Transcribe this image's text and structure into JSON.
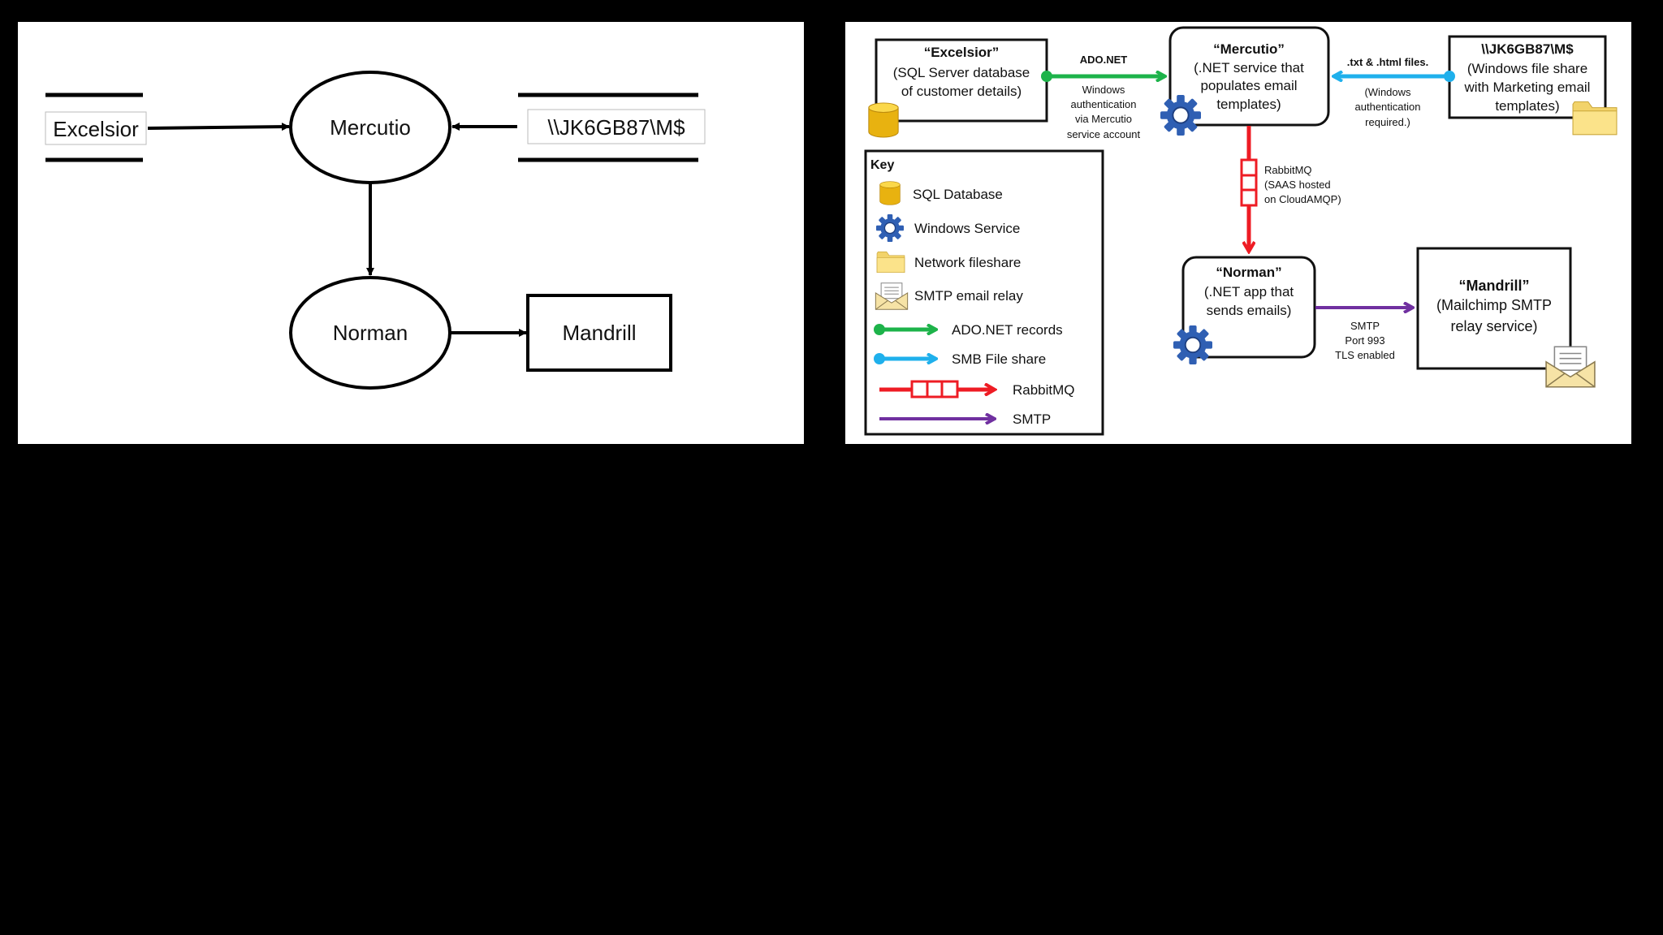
{
  "simple_diagram": {
    "excelsior": "Excelsior",
    "mercutio": "Mercutio",
    "share": "\\\\JK6GB87\\M$",
    "norman": "Norman",
    "mandrill": "Mandrill"
  },
  "detailed_diagram": {
    "excelsior": {
      "title": "“Excelsior”",
      "line1": "(SQL Server database",
      "line2": "of customer details)"
    },
    "mercutio": {
      "title": "“Mercutio”",
      "line1": "(.NET service that",
      "line2": "populates email",
      "line3": "templates)"
    },
    "share": {
      "title": "\\\\JK6GB87\\M$",
      "line1": "(Windows file share",
      "line2": "with Marketing email",
      "line3": "templates)"
    },
    "norman": {
      "title": "“Norman”",
      "line1": "(.NET app that",
      "line2": "sends emails)"
    },
    "mandrill": {
      "title": "“Mandrill”",
      "line1": "(Mailchimp SMTP",
      "line2": "relay service)"
    },
    "ado_label": "ADO.NET",
    "ado_note": {
      "line1": "Windows",
      "line2": "authentication",
      "line3": "via Mercutio",
      "line4": "service account"
    },
    "files_label": ".txt & .html files.",
    "files_note": {
      "line1": "(Windows",
      "line2": "authentication",
      "line3": "required.)"
    },
    "rabbit_note": {
      "line1": "RabbitMQ",
      "line2": "(SAAS hosted",
      "line3": "on CloudAMQP)"
    },
    "smtp_note": {
      "line1": "SMTP",
      "line2": "Port 993",
      "line3": "TLS enabled"
    }
  },
  "key": {
    "title": "Key",
    "items": [
      {
        "label": "SQL Database",
        "icon": "database-icon"
      },
      {
        "label": "Windows Service",
        "icon": "gear-icon"
      },
      {
        "label": "Network fileshare",
        "icon": "folder-icon"
      },
      {
        "label": "SMTP email relay",
        "icon": "envelope-icon"
      },
      {
        "label": "ADO.NET records",
        "icon": "green-arrow-icon"
      },
      {
        "label": "SMB File share",
        "icon": "blue-arrow-icon"
      },
      {
        "label": "RabbitMQ",
        "icon": "red-queue-arrow-icon"
      },
      {
        "label": "SMTP",
        "icon": "purple-arrow-icon"
      }
    ]
  },
  "colors": {
    "ado_green": "#1db34a",
    "smb_blue": "#1fb0ec",
    "rabbit_red": "#ee1c24",
    "smtp_purple": "#7030a0",
    "gear_blue": "#2f5fb3",
    "db_gold": "#f5c518",
    "folder_yellow": "#fbe38a"
  }
}
